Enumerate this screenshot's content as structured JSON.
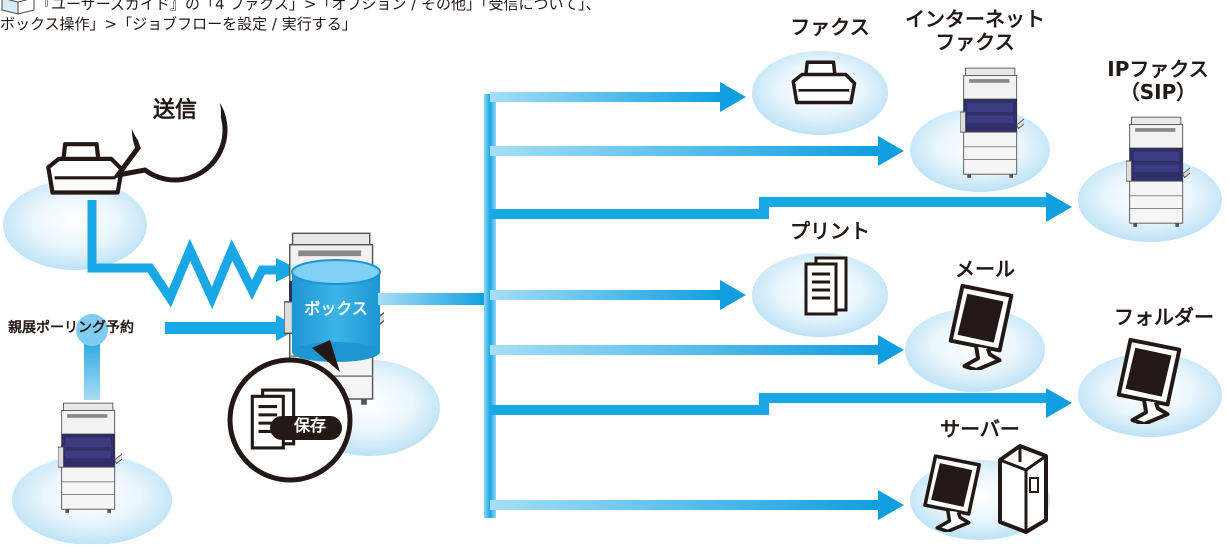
{
  "header": {
    "line1": "『ユーザーズガイド』の「4 ファクス」>「オプション / その他」「受信について」、",
    "line2": "ボックス操作」>「ジョブフローを設定 / 実行する」"
  },
  "labels": {
    "send": "送信",
    "relay_polling": "親展ポーリング予約",
    "box": "ボックス",
    "save": "保存",
    "fax": "ファクス",
    "internet_fax": "インターネット\nファクス",
    "ip_fax": "IPファクス\n（SIP）",
    "print": "プリント",
    "mail": "メール",
    "folder": "フォルダー",
    "server": "サーバー"
  },
  "colors": {
    "ellipse_center": "#ffffff",
    "ellipse_edge": "#bfe3f7",
    "arrow_main": "#1aa7e6",
    "arrow_light": "#8fd3f4",
    "box_blue": "#2aa8e0",
    "ink": "#231815"
  }
}
